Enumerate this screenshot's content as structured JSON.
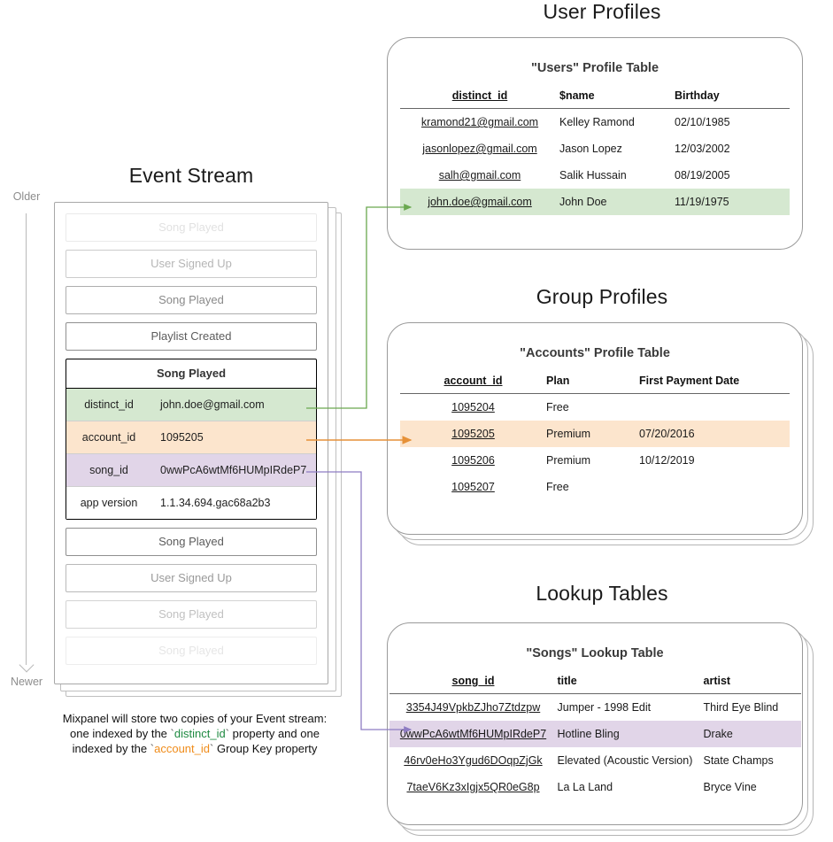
{
  "timeline": {
    "older_label": "Older",
    "newer_label": "Newer"
  },
  "event_stream": {
    "title": "Event Stream",
    "events": [
      {
        "label": "Song Played",
        "opacity": 0.18
      },
      {
        "label": "User Signed Up",
        "opacity": 0.45
      },
      {
        "label": "Song Played",
        "opacity": 0.72
      },
      {
        "label": "Playlist Created",
        "opacity": 1.0
      }
    ],
    "selected_event": {
      "title": "Song Played",
      "properties": [
        {
          "key": "distinct_id",
          "value": "john.doe@gmail.com",
          "highlight": "green"
        },
        {
          "key": "account_id",
          "value": "1095205",
          "highlight": "orange"
        },
        {
          "key": "song_id",
          "value": "0wwPcA6wtMf6HUMpIRdeP7",
          "highlight": "purple"
        },
        {
          "key": "app version",
          "value": "1.1.34.694.gac68a2b3",
          "highlight": "none"
        }
      ]
    },
    "events_after": [
      {
        "label": "Song Played",
        "opacity": 1.0
      },
      {
        "label": "User Signed Up",
        "opacity": 0.62
      },
      {
        "label": "Song Played",
        "opacity": 0.38
      },
      {
        "label": "Song Played",
        "opacity": 0.15
      }
    ],
    "caption": {
      "line1": "Mixpanel will store two copies of your Event stream:",
      "line2_a": "one indexed by the ",
      "line2_token": "distinct_id",
      "line2_b": " property and one",
      "line3_a": "indexed by the ",
      "line3_token": "account_id",
      "line3_b": " Group Key property"
    }
  },
  "user_profiles": {
    "section_title": "User Profiles",
    "card_title": "\"Users\" Profile Table",
    "columns": [
      "distinct_id",
      "$name",
      "Birthday"
    ],
    "rows": [
      {
        "distinct_id": "kramond21@gmail.com",
        "name": "Kelley Ramond",
        "birthday": "02/10/1985",
        "highlight": "none"
      },
      {
        "distinct_id": "jasonlopez@gmail.com",
        "name": "Jason Lopez",
        "birthday": "12/03/2002",
        "highlight": "none"
      },
      {
        "distinct_id": "salh@gmail.com",
        "name": "Salik Hussain",
        "birthday": "08/19/2005",
        "highlight": "none"
      },
      {
        "distinct_id": "john.doe@gmail.com",
        "name": "John Doe",
        "birthday": "11/19/1975",
        "highlight": "green"
      }
    ]
  },
  "group_profiles": {
    "section_title": "Group Profiles",
    "card_title": "\"Accounts\" Profile Table",
    "columns": [
      "account_id",
      "Plan",
      "First Payment Date"
    ],
    "rows": [
      {
        "account_id": "1095204",
        "plan": "Free",
        "first_payment_date": "",
        "highlight": "none"
      },
      {
        "account_id": "1095205",
        "plan": "Premium",
        "first_payment_date": "07/20/2016",
        "highlight": "orange"
      },
      {
        "account_id": "1095206",
        "plan": "Premium",
        "first_payment_date": "10/12/2019",
        "highlight": "none"
      },
      {
        "account_id": "1095207",
        "plan": "Free",
        "first_payment_date": "",
        "highlight": "none"
      }
    ]
  },
  "lookup_tables": {
    "section_title": "Lookup Tables",
    "card_title": "\"Songs\" Lookup Table",
    "columns": [
      "song_id",
      "title",
      "artist"
    ],
    "rows": [
      {
        "song_id": "3354J49VpkbZJho7Ztdzpw",
        "title": "Jumper - 1998 Edit",
        "artist": "Third Eye Blind",
        "highlight": "none"
      },
      {
        "song_id": "0wwPcA6wtMf6HUMpIRdeP7",
        "title": "Hotline Bling",
        "artist": "Drake",
        "highlight": "purple"
      },
      {
        "song_id": "46rv0eHo3Ygud6DOqpZjGk",
        "title": "Elevated (Acoustic Version)",
        "artist": "State Champs",
        "highlight": "none"
      },
      {
        "song_id": "7taeV6Kz3xIgjx5QR0eG8p",
        "title": "La La Land",
        "artist": "Bryce Vine",
        "highlight": "none"
      }
    ]
  },
  "colors": {
    "green": "#d5e8d0",
    "orange": "#fce5cd",
    "purple": "#e1d5e8",
    "green_line": "#6aa84f",
    "orange_line": "#e69138",
    "purple_line": "#8e7cc3",
    "border": "#9a9a9a"
  }
}
